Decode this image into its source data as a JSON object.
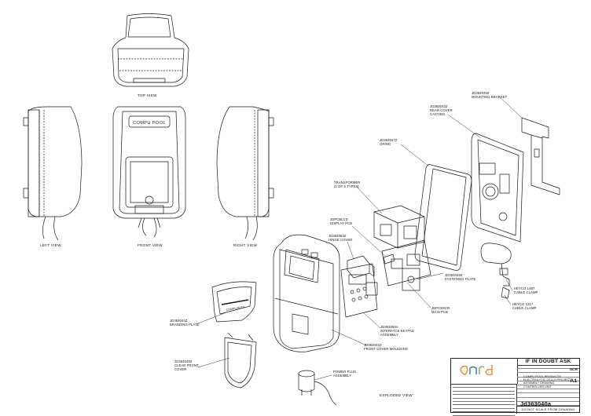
{
  "drawing": {
    "view_labels": {
      "top": "TOP VIEW",
      "left": "LEFT VIEW",
      "front": "FRONT VIEW",
      "right": "RIGHT VIEW",
      "exploded": "EXPLODED VIEW"
    },
    "brand_on_panel": "COMPU POOL",
    "parts": {
      "mounting_bracket": "JD363046Z\nMOUNTING BRACKET",
      "rear_cover": "JD363043Z\nREAR COVER\nCASTING",
      "oring": "JD363047Z\nORING",
      "transformer": "TRANSFORMER\n(1 OF 5 TYPES)",
      "display_pcb": "JDPCBLCD\nDISPLAY PCB",
      "hinge_cover": "JD363054Z\nHINGE COVER",
      "fastening_plate": "JD363048Z\nFASTENING PLATE",
      "cable_clamp_1497": "HEYCO 1497\nCABLE CLAMP",
      "cable_clamp_1217": "HEYCO 1217\nCABLE CLAMP",
      "main_pcb": "JDPCBSCR\nMAIN PCB",
      "keypad": "JD363050A\nINTERFACE KEYPAD\nASSEMBLY",
      "branding_plate": "JD363044Z\nBRANDING PLATE",
      "front_cover": "JD363042Z\nFRONT COVER MOULDING",
      "clear_front_cover": "JD363049Z\nCLEAR FRONT\nCOVER",
      "power_plug": "POWER PLUG\nASSEMBLY"
    }
  },
  "title_block": {
    "if_in_doubt": "IF IN DOUBT ASK",
    "scale": "SCR",
    "sheet_size": "A1",
    "description": "COMPU POOL PRODUCTS\nELECTROLYTIC CELLS PROJECT\nASSEMBLY DRAWING\nCONTROLLER UNIT",
    "drawing_number": "Jd363040a",
    "do_not_scale": "DO NOT SCALE FROM DRAWING"
  },
  "colors": {
    "line": "#1a1a1a",
    "logo_orange": "#e48a2a",
    "logo_blue": "#2a7a9a",
    "logo_green": "#7bb33a"
  }
}
